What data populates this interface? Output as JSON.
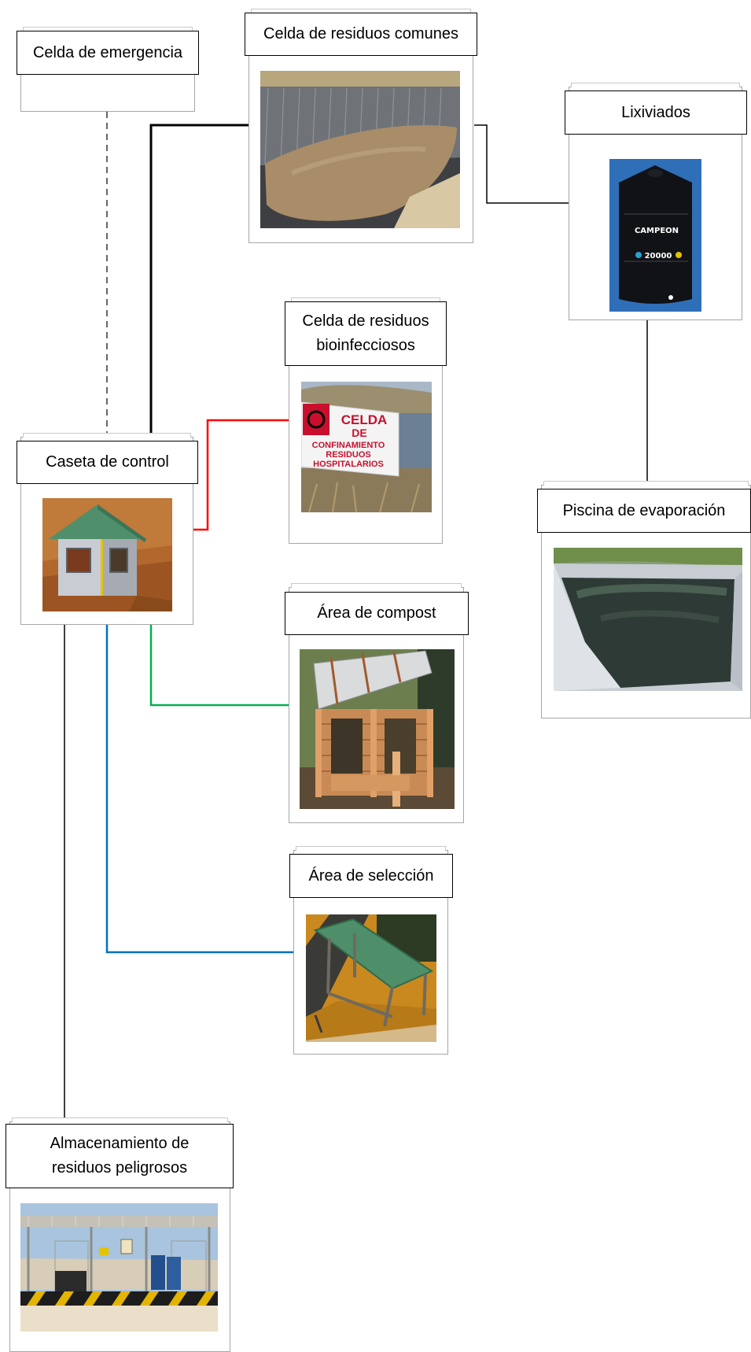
{
  "nodes": {
    "emergencia": {
      "label": "Celda de emergencia"
    },
    "comunes": {
      "label": "Celda de residuos comunes"
    },
    "lixiviados": {
      "label": "Lixiviados",
      "image_text": [
        "CAMPEON",
        "20000"
      ]
    },
    "bioinfecciosos": {
      "label_line1": "Celda de residuos",
      "label_line2": "bioinfecciosos",
      "image_text": [
        "CELDA",
        "DE",
        "CONFINAMIENTO",
        "RESIDUOS",
        "HOSPITALARIOS"
      ]
    },
    "caseta": {
      "label": "Caseta de control"
    },
    "piscina": {
      "label": "Piscina de evaporación"
    },
    "compost": {
      "label": "Área de compost"
    },
    "seleccion": {
      "label": "Área de selección"
    },
    "peligrosos": {
      "label_line1": "Almacenamiento de",
      "label_line2": "residuos peligrosos"
    }
  },
  "colors": {
    "link_black": "#000000",
    "link_red": "#ff0000",
    "link_green": "#00b050",
    "link_blue": "#0070c0",
    "frame_border": "#a6a6a6"
  }
}
